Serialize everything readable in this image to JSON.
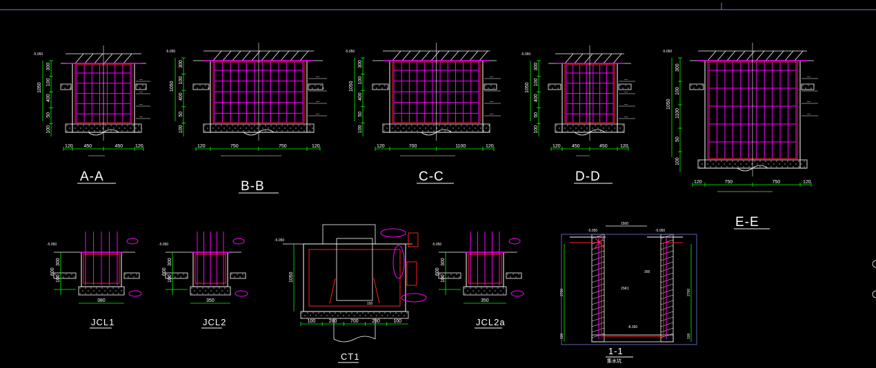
{
  "sections": {
    "aa": {
      "label": "A-A",
      "width_left": "450",
      "width_right": "450",
      "edge": "120",
      "elev": "-5.050",
      "h_total": "1050",
      "h_parts": [
        "300",
        "100",
        "400",
        "50",
        "100"
      ]
    },
    "bb": {
      "label": "B-B",
      "width_left": "750",
      "width_right": "750",
      "edge": "120",
      "elev": "-5.050",
      "h_total": "1050",
      "h_parts": [
        "300",
        "100",
        "400",
        "50",
        "100"
      ]
    },
    "cc": {
      "label": "C-C",
      "width_left": "700",
      "width_right": "1100",
      "edge": "120",
      "elev": "-5.050",
      "h_total": "1050",
      "h_parts": [
        "300",
        "100",
        "400",
        "50",
        "100"
      ]
    },
    "dd": {
      "label": "D-D",
      "width_left": "450",
      "width_right": "450",
      "edge": "120",
      "elev": "-5.050",
      "h_total": "1050",
      "h_parts": [
        "300",
        "100",
        "400",
        "50",
        "100"
      ]
    },
    "ee": {
      "label": "E-E",
      "width_left": "750",
      "width_right": "750",
      "edge": "120",
      "elev": "-5.050",
      "h_total": "1050",
      "h_parts": [
        "300",
        "100",
        "1100",
        "50",
        "100"
      ]
    }
  },
  "beams": {
    "jcl1": {
      "label": "JCL1",
      "width": "380",
      "h_total": "600",
      "h_parts": [
        "300",
        "100",
        "100"
      ],
      "elev": "-5.050"
    },
    "jcl2": {
      "label": "JCL2",
      "width": "350",
      "h_total": "600",
      "h_parts": [
        "300",
        "100",
        "100"
      ],
      "elev": "-5.050"
    },
    "jcl2a": {
      "label": "JCL2a",
      "width": "350",
      "h_total": "600",
      "h_parts": [
        "300",
        "100",
        "100"
      ],
      "elev": "-5.050"
    }
  },
  "ct1": {
    "label": "CT1",
    "height": "1050",
    "dims": [
      "100",
      "280",
      "700",
      "280",
      "100"
    ],
    "elev": "-5.050",
    "note_150": "150"
  },
  "sump": {
    "label": "1-1",
    "sublabel": "集水坑",
    "width": "1500",
    "height_left": "2700",
    "height_right": "2700",
    "bottom": "100",
    "elev_left": "-5.050",
    "elev_right": "-5.050",
    "elev_bottom": "-8.350",
    "wall": "300",
    "tag": "JSK1"
  },
  "colors": {
    "background": "#000000",
    "magenta": "#ff00ff",
    "red": "#ff2020",
    "green": "#00ff00",
    "white": "#ffffff",
    "cyan": "#00e5ff",
    "yellow": "#ffff00"
  }
}
